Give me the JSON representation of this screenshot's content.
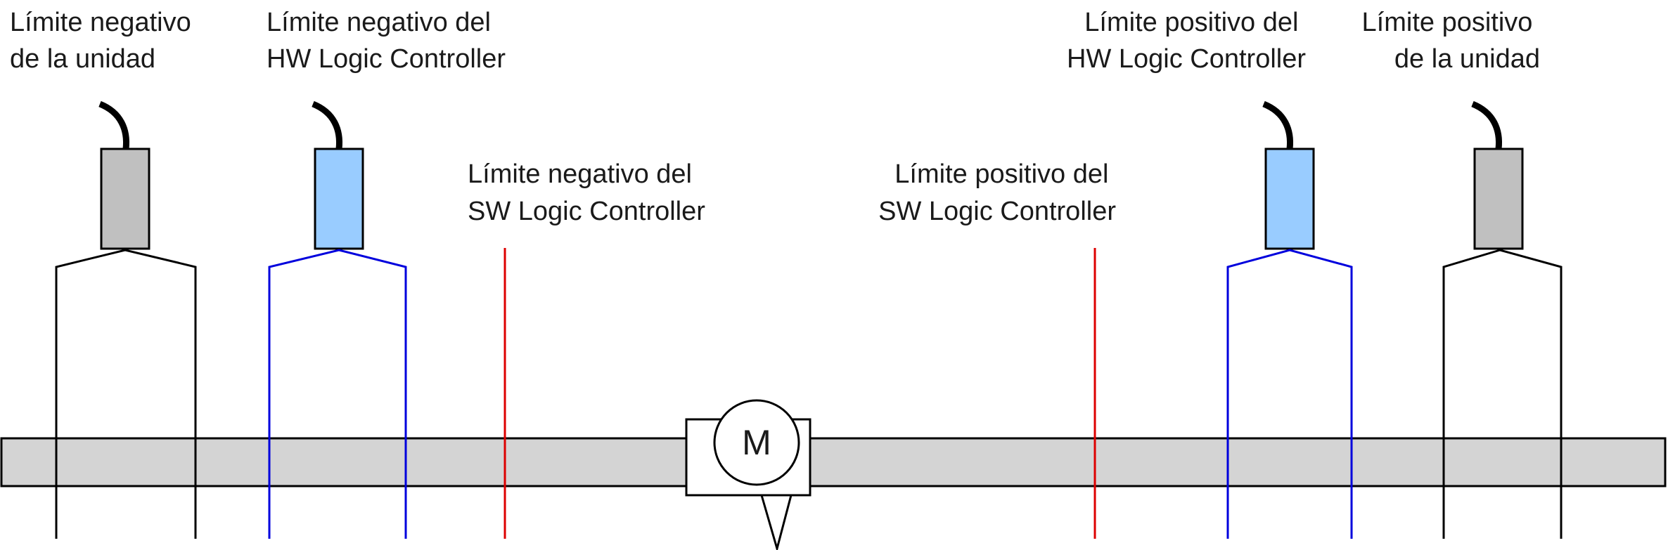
{
  "labels": {
    "drive_negative": [
      "Límite negativo",
      "de la unidad"
    ],
    "hw_negative": [
      "Límite negativo del",
      "HW Logic Controller"
    ],
    "sw_negative": [
      "Límite negativo del",
      "SW Logic Controller"
    ],
    "sw_positive": [
      "Límite positivo del",
      "SW Logic Controller"
    ],
    "hw_positive": [
      "Límite positivo del",
      "HW Logic Controller"
    ],
    "drive_positive": [
      "Límite positivo",
      "de la unidad"
    ]
  },
  "motor": {
    "symbol": "M"
  },
  "sensors": [
    {
      "kind": "drive-limit",
      "color": "#c0c0c0"
    },
    {
      "kind": "hw-limit",
      "color": "#99ccff"
    },
    {
      "kind": "hw-limit",
      "color": "#99ccff"
    },
    {
      "kind": "drive-limit",
      "color": "#c0c0c0"
    }
  ],
  "colors": {
    "drive_limit": "#000000",
    "hw_limit": "#0000dd",
    "sw_limit": "#dd0000",
    "rail": "#d4d4d4",
    "drive_sensor": "#c0c0c0",
    "hw_sensor": "#99ccff"
  }
}
